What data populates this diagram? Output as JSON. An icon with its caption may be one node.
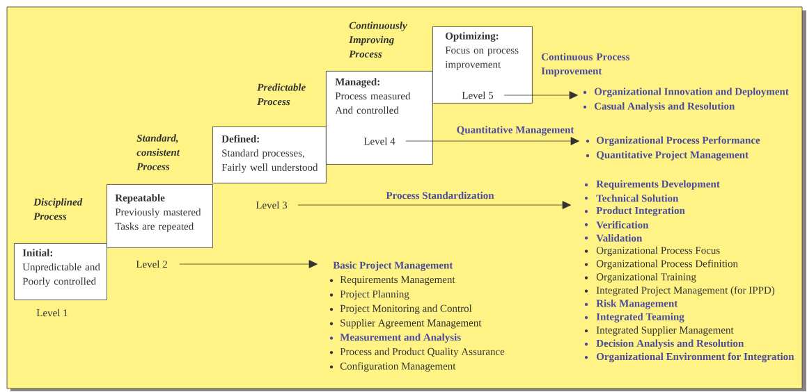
{
  "diagram": {
    "nodes": [
      {
        "text": [
          "Initial:",
          "Unpredictable and Poorly controlled"
        ],
        "beside": [
          "Level 1"
        ]
      },
      {
        "text": [
          "Repeatable",
          "Previously mastered Tasks are repeated"
        ]
      },
      {
        "text": [
          "Level 2"
        ]
      },
      {
        "text": [
          "Defined:",
          "Standard processes, Fairly well understood"
        ]
      },
      {
        "text": [
          "Level 3"
        ]
      },
      {
        "text": [
          "Managed:",
          "Process measured And controlled"
        ]
      },
      {
        "text": [
          "Level 4"
        ],
        "in": 5
      },
      {
        "text": [
          "Optimizing:",
          "Focus on process improvement"
        ]
      },
      {
        "text": [
          "Level 5"
        ],
        "in": 7
      },
      {
        "text": [
          "Basic Project Management",
          "Requirements Management",
          "Project Planning",
          "Project Monitoring and Control",
          "Supplier Agreement Management",
          "Measurement and Analysis",
          "Process and Product Quality Assurance",
          "Configuration Management"
        ]
      },
      {
        "text": [
          "Requirements Development",
          "Technical Solution",
          "Product Integration",
          "Verification",
          "Validation",
          "Organizational Process Focus",
          "Organizational Process Definition",
          "Organizational Training",
          "Integrated Project Management (for IPPD)",
          "Risk Management",
          "Integrated Teaming",
          "Integrated Supplier Management",
          "Decision Analysis and Resolution",
          "Organizational Environment for Integration"
        ]
      },
      {
        "text": [
          "Organizational Process Performance",
          "Quantitative Project Management"
        ]
      },
      {
        "text": [
          "Organizational Innovation and Deployment",
          "Casual Analysis and Resolution"
        ]
      }
    ],
    "edges": [
      {
        "from": 2,
        "to": 9,
        "arrow": "to"
      },
      {
        "from": 4,
        "to": 10,
        "arrow": "to",
        "label": "Process Standardization"
      },
      {
        "from": 6,
        "to": 11,
        "arrow": "to",
        "label": "Quantitative Management"
      },
      {
        "from": 8,
        "to": 12,
        "arrow": "to",
        "label": "Continuous Process Improvement"
      }
    ],
    "labels": [
      "Disciplined Process",
      "Standard, consistent Process",
      "Predictable Process",
      "Continuously Improving Process"
    ]
  }
}
